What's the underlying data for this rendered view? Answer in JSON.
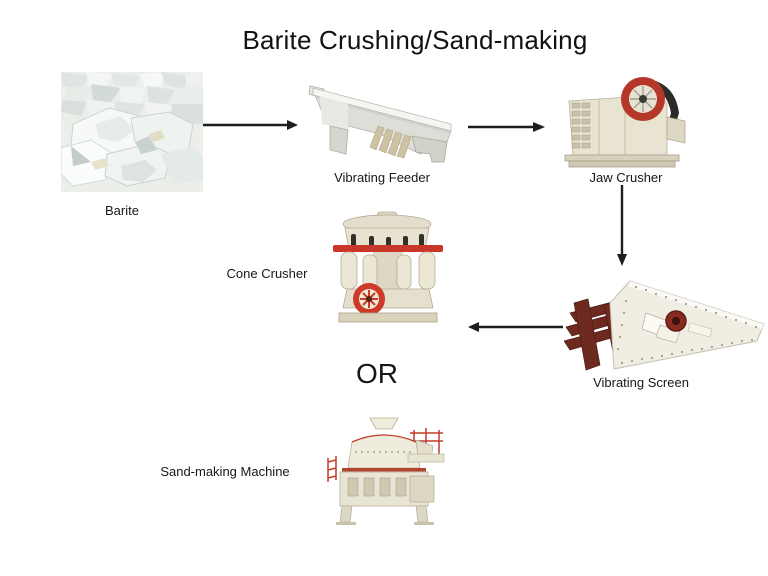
{
  "title": "Barite Crushing/Sand-making",
  "nodes": [
    {
      "id": "barite",
      "label": "Barite",
      "kind": "material-photo"
    },
    {
      "id": "vibrating-feeder",
      "label": "Vibrating Feeder",
      "kind": "machine-photo"
    },
    {
      "id": "jaw-crusher",
      "label": "Jaw Crusher",
      "kind": "machine-photo"
    },
    {
      "id": "vibrating-screen",
      "label": "Vibrating Screen",
      "kind": "machine-photo"
    },
    {
      "id": "cone-crusher",
      "label": "Cone Crusher",
      "kind": "machine-photo"
    },
    {
      "id": "sand-making-machine",
      "label": "Sand-making Machine",
      "kind": "machine-photo"
    }
  ],
  "or_label": "OR",
  "flow": [
    {
      "from": "barite",
      "to": "vibrating-feeder"
    },
    {
      "from": "vibrating-feeder",
      "to": "jaw-crusher"
    },
    {
      "from": "jaw-crusher",
      "to": "vibrating-screen"
    },
    {
      "from": "vibrating-screen",
      "to": "cone-crusher"
    },
    {
      "from": "vibrating-screen",
      "to": "sand-making-machine",
      "relation": "OR alternative to cone-crusher"
    }
  ],
  "colors": {
    "background": "#ffffff",
    "text": "#171717",
    "arrow": "#1d1d1b",
    "machine_body": "#e8e2d1",
    "machine_shade": "#c9c2ac",
    "accent_red": "#c23b2c",
    "screen_maroon": "#6e2a20",
    "rock_white": "#f4f7f5"
  }
}
